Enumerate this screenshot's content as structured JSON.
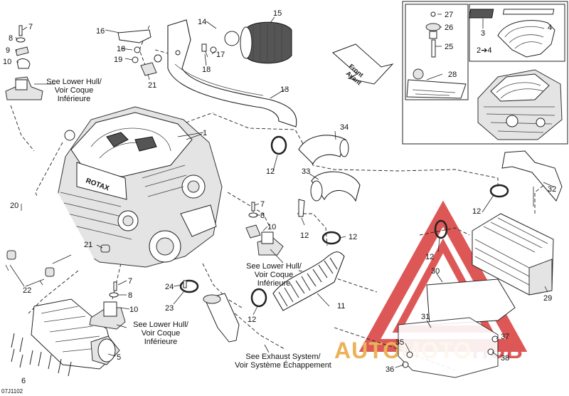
{
  "diagram_code": "07J1102",
  "callouts": {
    "c1": "1",
    "c2": "2",
    "c2to4": "2➔4",
    "c3": "3",
    "c4": "4",
    "c5": "5",
    "c6": "6",
    "c7a": "7",
    "c7b": "7",
    "c7c": "7",
    "c8a": "8",
    "c8b": "8",
    "c8c": "8",
    "c9": "9",
    "c10a": "10",
    "c10b": "10",
    "c10c": "10",
    "c11": "11",
    "c12a": "12",
    "c12b": "12",
    "c12c": "12",
    "c12d": "12",
    "c12e": "12",
    "c12f": "12",
    "c13": "13",
    "c14": "14",
    "c15": "15",
    "c16": "16",
    "c17": "17",
    "c18a": "18",
    "c18b": "18",
    "c19": "19",
    "c20": "20",
    "c21a": "21",
    "c21b": "21",
    "c22": "22",
    "c23": "23",
    "c24": "24",
    "c25": "25",
    "c26": "26",
    "c27": "27",
    "c28": "28",
    "c29": "29",
    "c30": "30",
    "c31": "31",
    "c32": "32",
    "c33": "33",
    "c34": "34",
    "c35": "35",
    "c36": "36",
    "c37": "37",
    "c38": "38"
  },
  "notes": {
    "lower_hull_a": [
      "See Lower Hull/",
      "Voir Coque",
      "Inférieure"
    ],
    "lower_hull_b": [
      "See Lower Hull/",
      "Voir Coque",
      "Inférieure"
    ],
    "lower_hull_c": [
      "See Lower Hull/",
      "Voir Coque",
      "Inférieure"
    ],
    "exhaust": [
      "See Exhaust System/",
      "Voir Système Échappement"
    ]
  },
  "front_arrow": [
    "Front",
    "Avant"
  ],
  "watermark": {
    "prefix": "AUTOMOTO",
    "suffix": "HUB"
  },
  "colors": {
    "watermark_red": "#d93a3a",
    "watermark_gold": "#e8a53a",
    "line": "#222222"
  }
}
